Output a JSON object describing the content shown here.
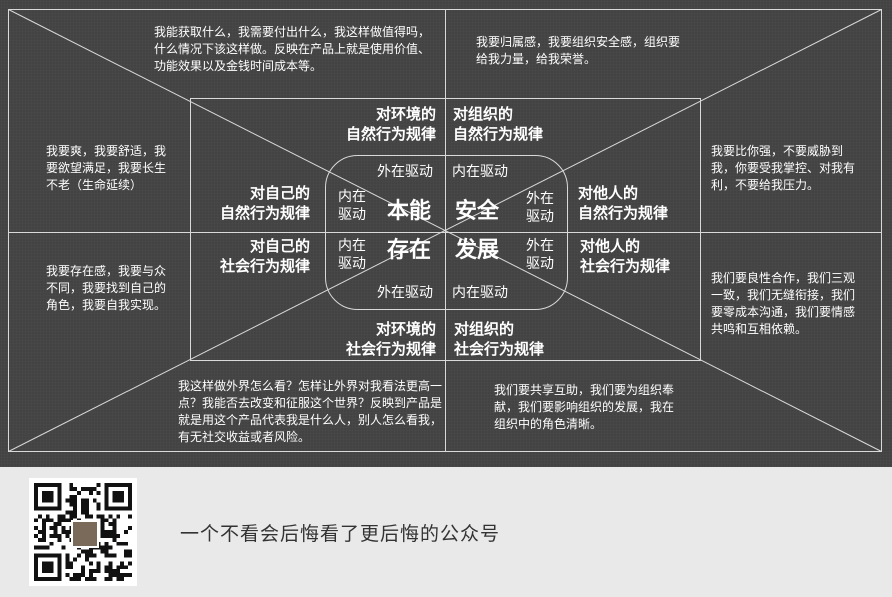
{
  "notes": {
    "top_left": "我能获取什么，我需要付出什么，我这样做值得吗，什么情况下该这样做。反映在产品上就是使用价值、功能效果以及金钱时间成本等。",
    "top_right": "我要归属感，我要组织安全感，组织要给我力量，给我荣誉。",
    "left_upper": "我要爽，我要舒适，我要欲望满足，我要长生不老（生命延续）",
    "left_lower": "我要存在感，我要与众不同，我要找到自己的角色，我要自我实现。",
    "right_upper": "我要比你强，不要威胁到我，你要受我掌控、对我有利，不要给我压力。",
    "right_lower": "我们要良性合作，我们三观一致，我们无缝衔接，我们要零成本沟通，我们要情感共鸣和互相依赖。",
    "bottom_left": "我这样做外界怎么看？怎样让外界对我看法更高一点？我能否去改变和征服这个世界？反映到产品是就是用这个产品代表我是什么人，别人怎么看我，有无社交收益或者风险。",
    "bottom_right": "我们要共享互助，我们要为组织奉献，我们要影响组织的发展，我在组织中的角色清晰。"
  },
  "laws": {
    "env_natural": [
      "对环境的",
      "自然行为规律"
    ],
    "org_natural": [
      "对组织的",
      "自然行为规律"
    ],
    "self_natural": [
      "对自己的",
      "自然行为规律"
    ],
    "others_natural": [
      "对他人的",
      "自然行为规律"
    ],
    "self_social": [
      "对自己的",
      "社会行为规律"
    ],
    "others_social": [
      "对他人的",
      "社会行为规律"
    ],
    "env_social": [
      "对环境的",
      "社会行为规律"
    ],
    "org_social": [
      "对组织的",
      "社会行为规律"
    ]
  },
  "drivers": {
    "external": "外在驱动",
    "internal": "内在驱动",
    "internal_stack": [
      "内在",
      "驱动"
    ],
    "external_stack": [
      "外在",
      "驱动"
    ]
  },
  "core": {
    "instinct": "本能",
    "safety": "安全",
    "existence": "存在",
    "development": "发展"
  },
  "footer": {
    "slogan": "一个不看会后悔看了更后悔的公众号"
  },
  "colors": {
    "background": "#434343",
    "lines": "#d9d9d9",
    "text": "#ffffff",
    "footer_bg": "#e9e9e9",
    "footer_text": "#333333"
  },
  "icons": {
    "qr": "qr-code-icon"
  }
}
